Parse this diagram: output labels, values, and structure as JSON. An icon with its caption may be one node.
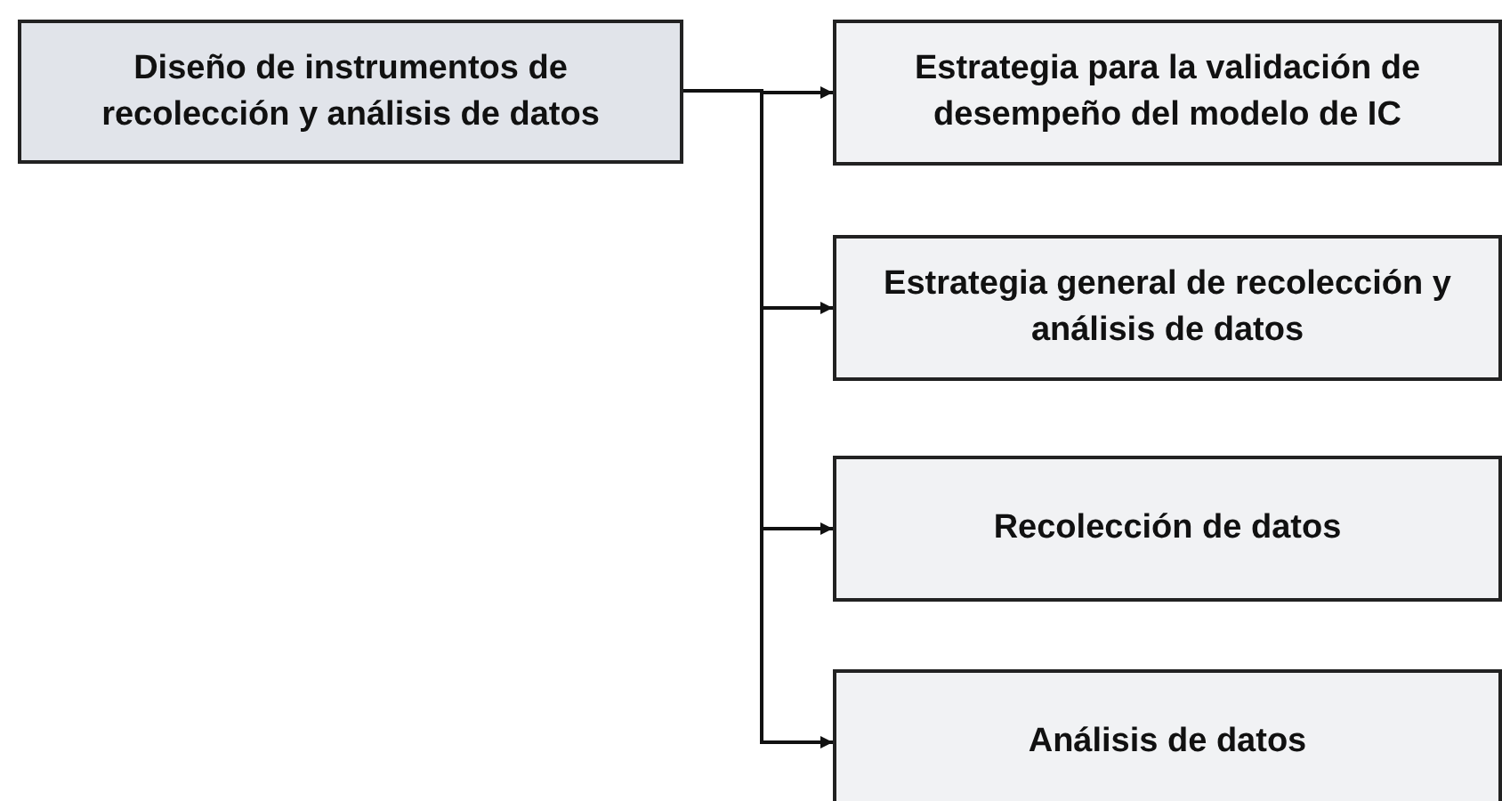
{
  "diagram": {
    "nodes": [
      {
        "text": [
          "Diseño de instrumentos de recolección y análisis de datos"
        ]
      },
      {
        "text": [
          "Estrategia para la validación de desempeño del modelo de IC"
        ]
      },
      {
        "text": [
          "Estrategia general de recolección y análisis de datos"
        ]
      },
      {
        "text": [
          "Recolección de datos"
        ]
      },
      {
        "text": [
          "Análisis de datos"
        ]
      }
    ],
    "edges": [
      {
        "from": 0,
        "to": 1,
        "arrow": "to"
      },
      {
        "from": 0,
        "to": 2,
        "arrow": "to"
      },
      {
        "from": 0,
        "to": 3,
        "arrow": "to"
      },
      {
        "from": 0,
        "to": 4,
        "arrow": "to"
      }
    ]
  }
}
